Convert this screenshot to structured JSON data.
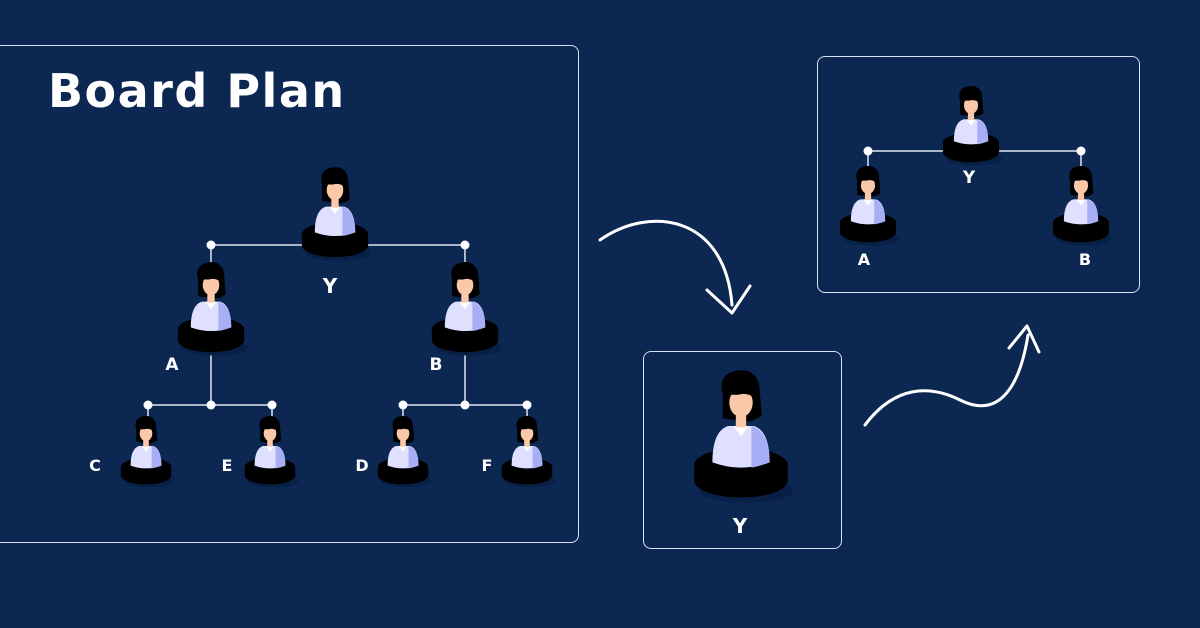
{
  "title": "Board Plan",
  "nodes": {
    "Y": "Y",
    "A": "A",
    "B": "B",
    "C": "C",
    "D": "D",
    "E": "E",
    "F": "F"
  },
  "focus_label": "Y",
  "result_labels": {
    "Y": "Y",
    "A": "A",
    "B": "B"
  },
  "colors": {
    "background": "#0b2752",
    "panel_border": "#d9e2f0",
    "connector": "#dfe6f2",
    "blue_base": "#4f7be8",
    "purple_base": "#7c4be0",
    "cyan_base": "#3fb3e8",
    "body_light": "#dfe0ff",
    "hair_blue": "#4a63d8",
    "hair_purple": "#7d3fcf",
    "skin": "#fbc9a9"
  }
}
